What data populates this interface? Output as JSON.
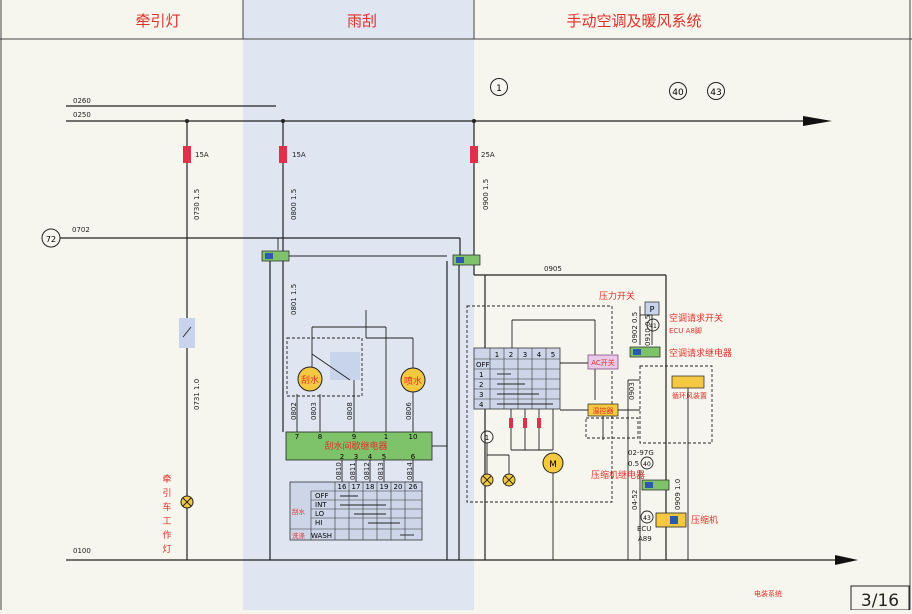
{
  "sections": {
    "traction_lamp": "牵引灯",
    "wiper": "雨刮",
    "ac_heater": "手动空调及暖风系统"
  },
  "circles": {
    "c1_top": "1",
    "c40": "40",
    "c43": "43",
    "c72": "72",
    "c41": "41",
    "c1_lower": "1",
    "c40_lower": "40",
    "c43_lower": "43"
  },
  "wires": {
    "w0260": "0260",
    "w0250": "0250",
    "w0702": "0702",
    "w0905": "0905",
    "w0100": "0100",
    "w0730": "0730 1.5",
    "w0800": "0800 1.5",
    "w0900": "0900 1.5",
    "w0801": "0801 1.5",
    "w0731": "0731 1.0",
    "w0802": "0802",
    "w0803": "0803",
    "w0808": "0808",
    "w0806": "0806",
    "w0810": "0810",
    "w0811": "0811",
    "w0812": "0812",
    "w0813": "0813",
    "w0814": "0814",
    "w0902": "0902 0.5",
    "w0910": "0910 0.5",
    "w0903": "0903",
    "w0909": "0909 1.0",
    "w02_97g": "02-97G",
    "w05": "0.5",
    "w04_52": "04-52"
  },
  "fuses": {
    "f1": "15A",
    "f2": "15A",
    "f3": "25A"
  },
  "labels": {
    "wiper_motor": "刮水",
    "washer": "喷水",
    "intermittent_relay": "刮水间歇继电器",
    "pressure_switch": "压力开关",
    "ac_request_switch": "空调请求开关",
    "ecu_a8": "ECU  A8脚",
    "ac_request_relay": "空调请求继电器",
    "recirc": "循环风装置",
    "ac_switch": "AC开关",
    "controller": "温控器",
    "compressor_relay": "压缩机继电器",
    "compressor": "压缩机",
    "ecu": "ECU",
    "a89": "A89",
    "traction_work_lamp": "牵引车工作灯",
    "p_label": "P",
    "m_label": "M",
    "footer": "电装系统",
    "page": "3/16"
  },
  "relay_pins_top": [
    "7",
    "8",
    "9",
    "1",
    "10"
  ],
  "relay_pins_bottom": [
    "2",
    "3",
    "4",
    "5",
    "6"
  ],
  "fan_switch": {
    "cols": [
      "1",
      "2",
      "3",
      "4",
      "5"
    ],
    "rows": [
      "OFF",
      "1",
      "2",
      "3",
      "4"
    ]
  },
  "wiper_switch": {
    "cols": [
      "16",
      "17",
      "18",
      "19",
      "20",
      "26"
    ],
    "rows": [
      "OFF",
      "INT",
      "LO",
      "HI",
      "WASH"
    ],
    "group1": "刮水",
    "group2": "洗涤"
  },
  "colors": {
    "accent_red": "#e0302a",
    "relay_green": "#7ec26a",
    "wiper_band": "#dfe6f2",
    "switch_blue": "#cdd6e8",
    "lamp_orange": "#f5c842"
  }
}
